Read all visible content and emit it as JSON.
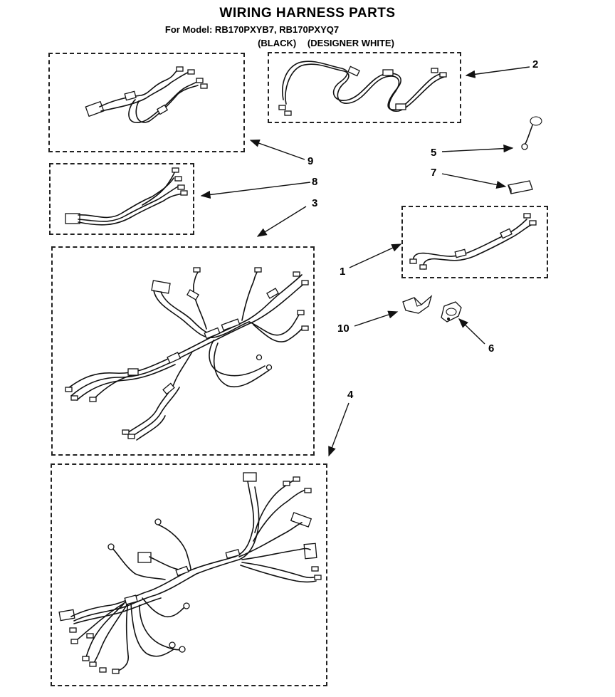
{
  "header": {
    "title": "WIRING HARNESS PARTS",
    "subtitle": "For Model: RB170PXYB7, RB170PXYQ7",
    "variant_black": "(BLACK)",
    "variant_white": "(DESIGNER WHITE)"
  },
  "callouts": {
    "c1": "1",
    "c2": "2",
    "c3": "3",
    "c4": "4",
    "c5": "5",
    "c6": "6",
    "c7": "7",
    "c8": "8",
    "c9": "9",
    "c10": "10"
  }
}
